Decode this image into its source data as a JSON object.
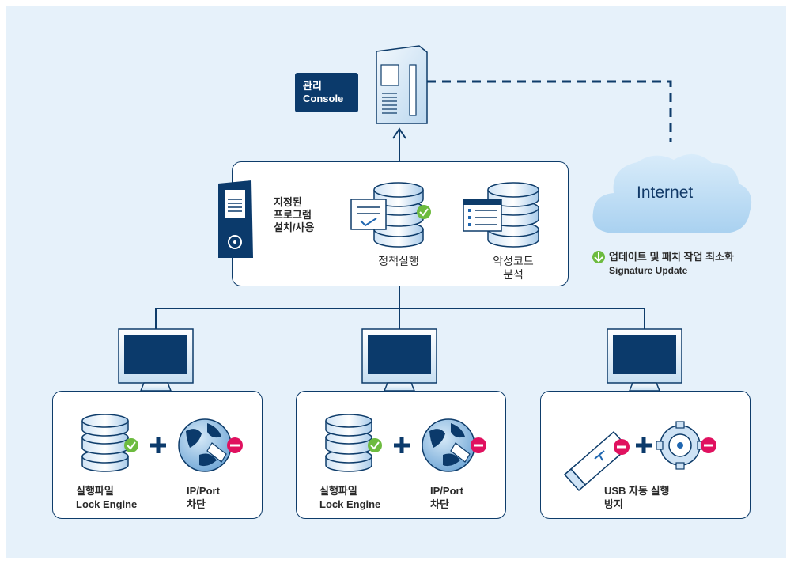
{
  "console_badge": {
    "line1": "관리",
    "line2": "Console"
  },
  "internet": {
    "label": "Internet"
  },
  "update": {
    "line1": "업데이트 및 패치 작업 최소화",
    "line2": "Signature Update"
  },
  "server_panel": {
    "designated": {
      "line1": "지정된",
      "line2": "프로그램",
      "line3": "설치/사용"
    },
    "policy": "정책실행",
    "malware": {
      "line1": "악성코드",
      "line2": "분석"
    }
  },
  "clients": [
    {
      "left": {
        "line1": "실행파일",
        "line2": "Lock Engine"
      },
      "right": {
        "line1": "IP/Port",
        "line2": "차단"
      }
    },
    {
      "left": {
        "line1": "실행파일",
        "line2": "Lock Engine"
      },
      "right": {
        "line1": "IP/Port",
        "line2": "차단"
      }
    },
    {
      "usb": {
        "line1": "USB 자동 실행",
        "line2": "방지"
      }
    }
  ],
  "colors": {
    "navy": "#0b3a6b",
    "accent_blue": "#1f66b0",
    "green": "#6dbb3f",
    "red": "#e0115f",
    "background": "#e6f1fa"
  }
}
